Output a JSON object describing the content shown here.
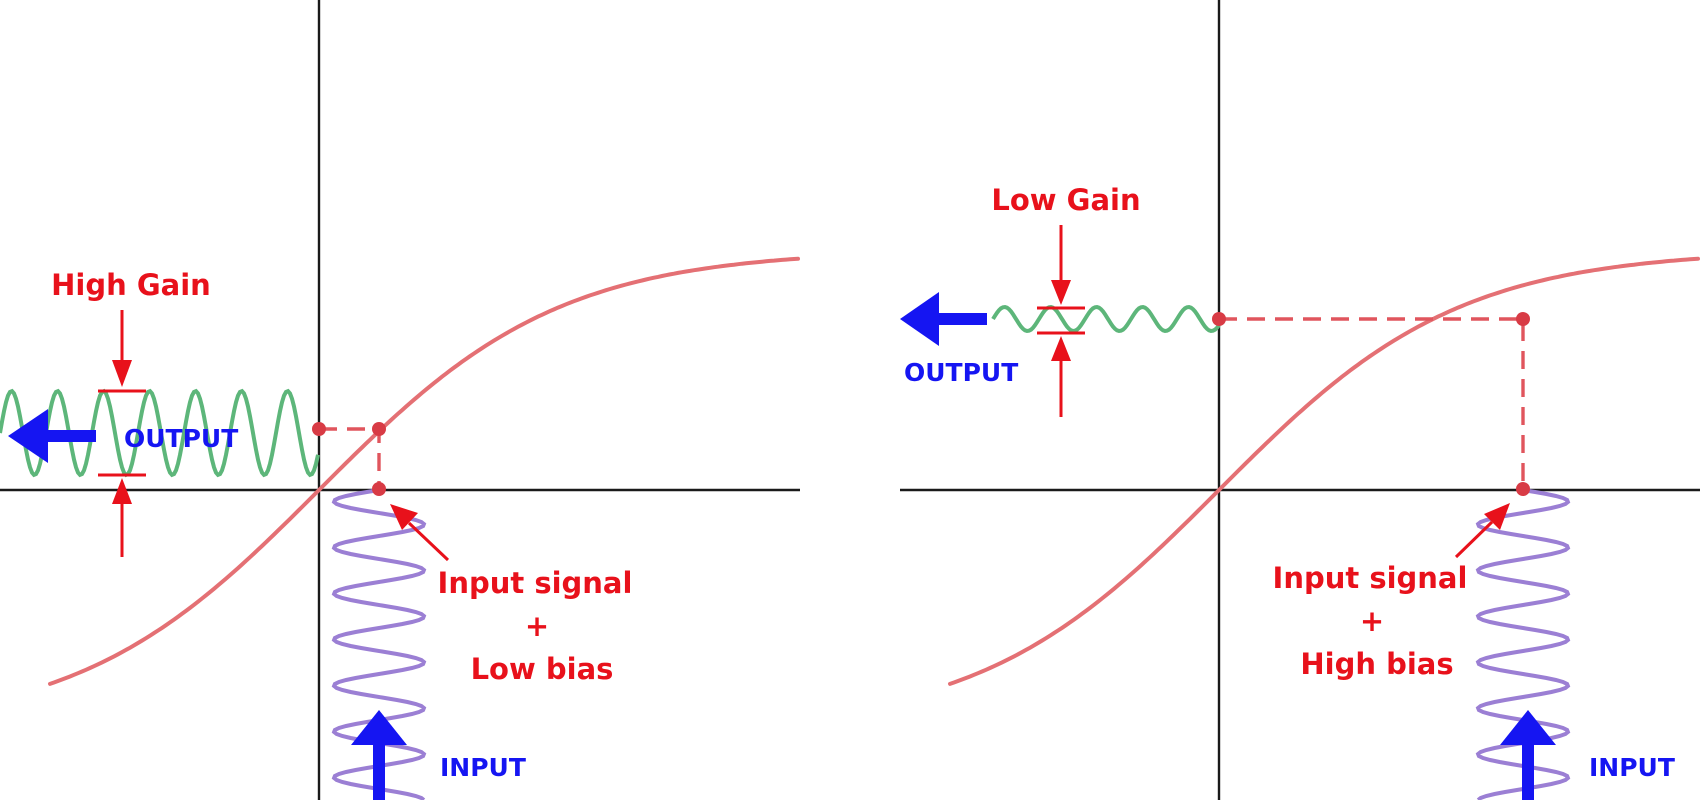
{
  "left_panel": {
    "gain_label": "High Gain",
    "output_label": "OUTPUT",
    "input_label": "INPUT",
    "annotation": [
      "Input signal",
      "+",
      "Low bias"
    ]
  },
  "right_panel": {
    "gain_label": "Low Gain",
    "output_label": "OUTPUT",
    "input_label": "INPUT",
    "annotation": [
      "Input signal",
      "+",
      "High bias"
    ]
  },
  "colors": {
    "transfer_curve": "#e47074",
    "output_signal": "#5db67a",
    "input_signal": "#9b7fd4",
    "annotation_text": "#e8111b",
    "arrow_and_io_text": "#1515f2",
    "axes": "#1a1a1a"
  }
}
